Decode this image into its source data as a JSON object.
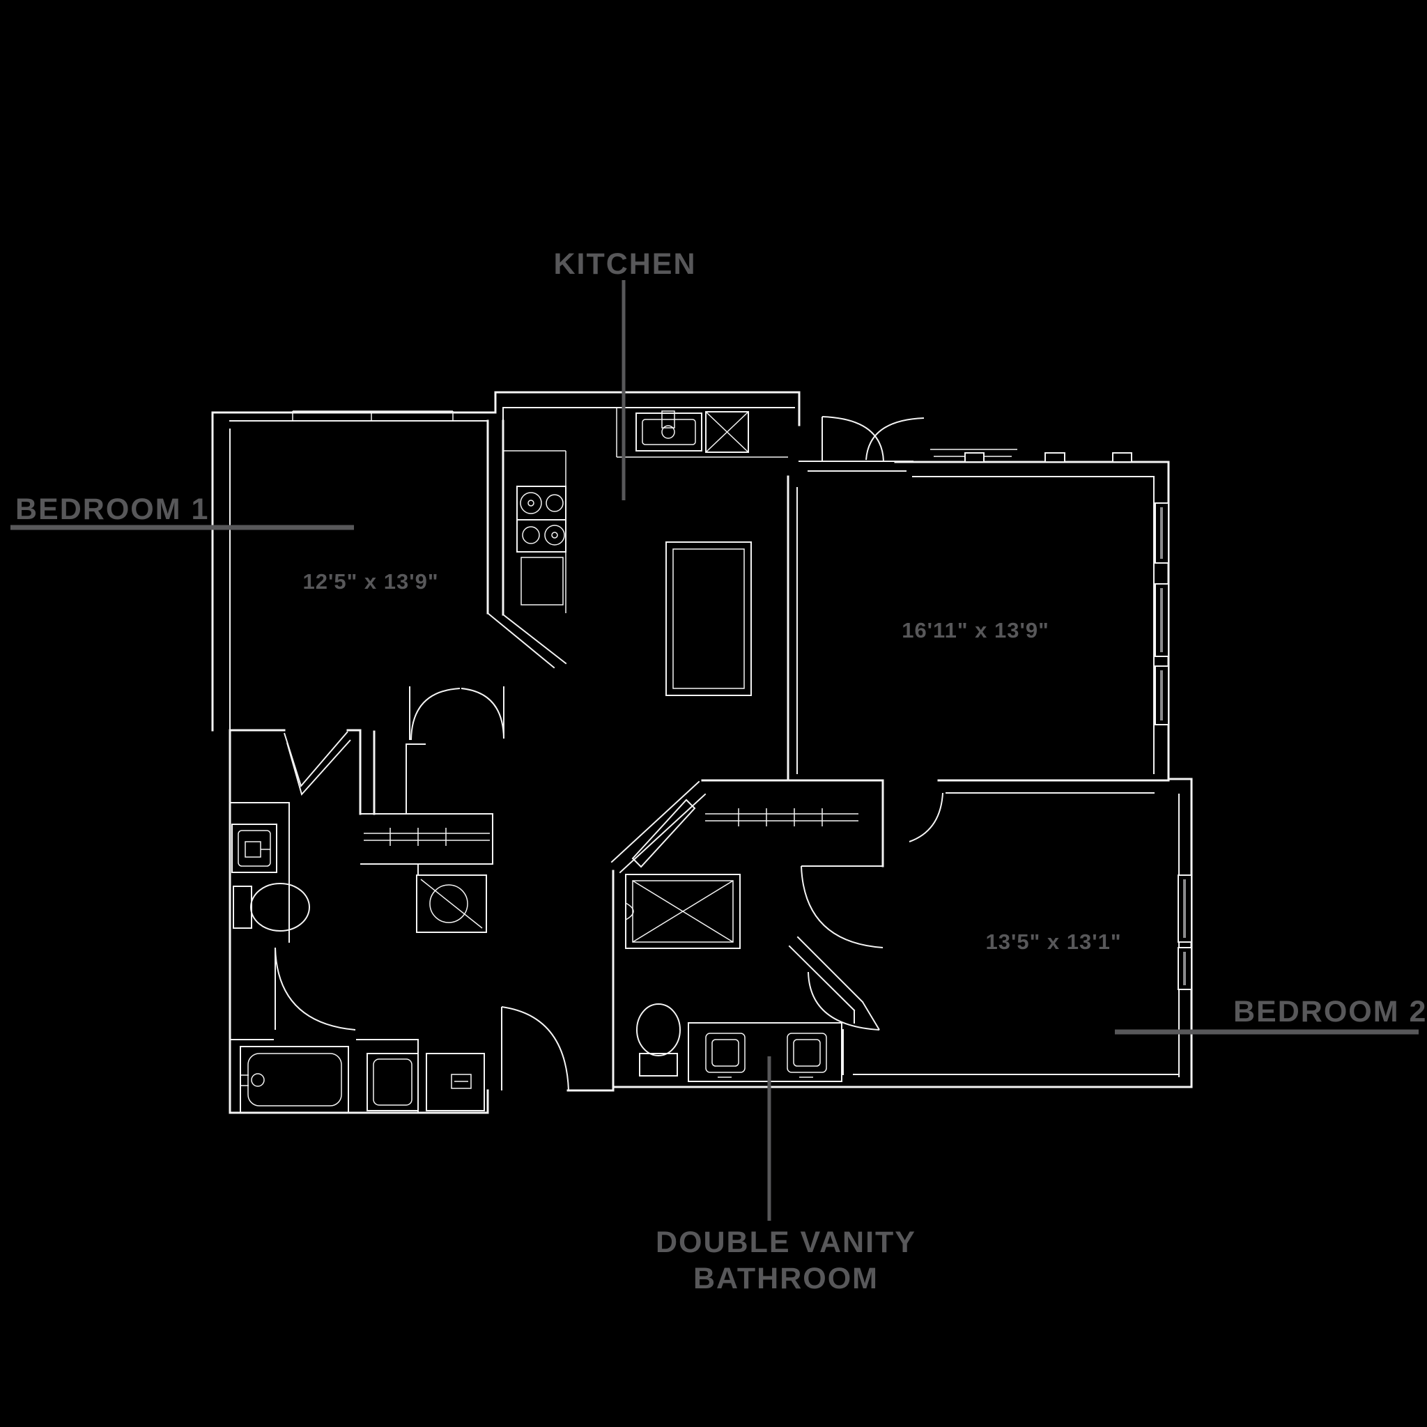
{
  "title": "Two bedroom apartment floor plan",
  "colors": {
    "background": "#000000",
    "plan_lines": "#f4f4f4",
    "label_text": "#58585a",
    "leader_lines": "#58585a",
    "window_glass": "#8a8a8c"
  },
  "labels": {
    "kitchen": "KITCHEN",
    "bedroom1": "BEDROOM 1",
    "bedroom2": "BEDROOM 2",
    "bathroom_line1": "DOUBLE VANITY",
    "bathroom_line2": "BATHROOM"
  },
  "dimensions": {
    "bedroom1": "12'5\" x 13'9\"",
    "living_room": "16'11\" x 13'9\"",
    "bedroom2": "13'5\" x 13'1\""
  },
  "fixtures": {
    "kitchen_sink": "kitchen-sink-icon",
    "dishwasher": "x-box-appliance-icon",
    "range": "four-burner-range-icon",
    "kitchen_island": "kitchen-island-icon",
    "shower": "shower-x-icon",
    "toilet_main": "toilet-icon",
    "toilet_second": "toilet-icon",
    "double_vanity_sinks": "double-sink-icon",
    "single_vanity_sink": "sink-icon",
    "bathtub": "bathtub-icon",
    "washer": "washer-icon",
    "closet_rods": "closet-rod-icon",
    "doors": "door-swing-arc-icon",
    "windows": "window-icon",
    "bifold_closet_doors": "bifold-door-icon"
  }
}
